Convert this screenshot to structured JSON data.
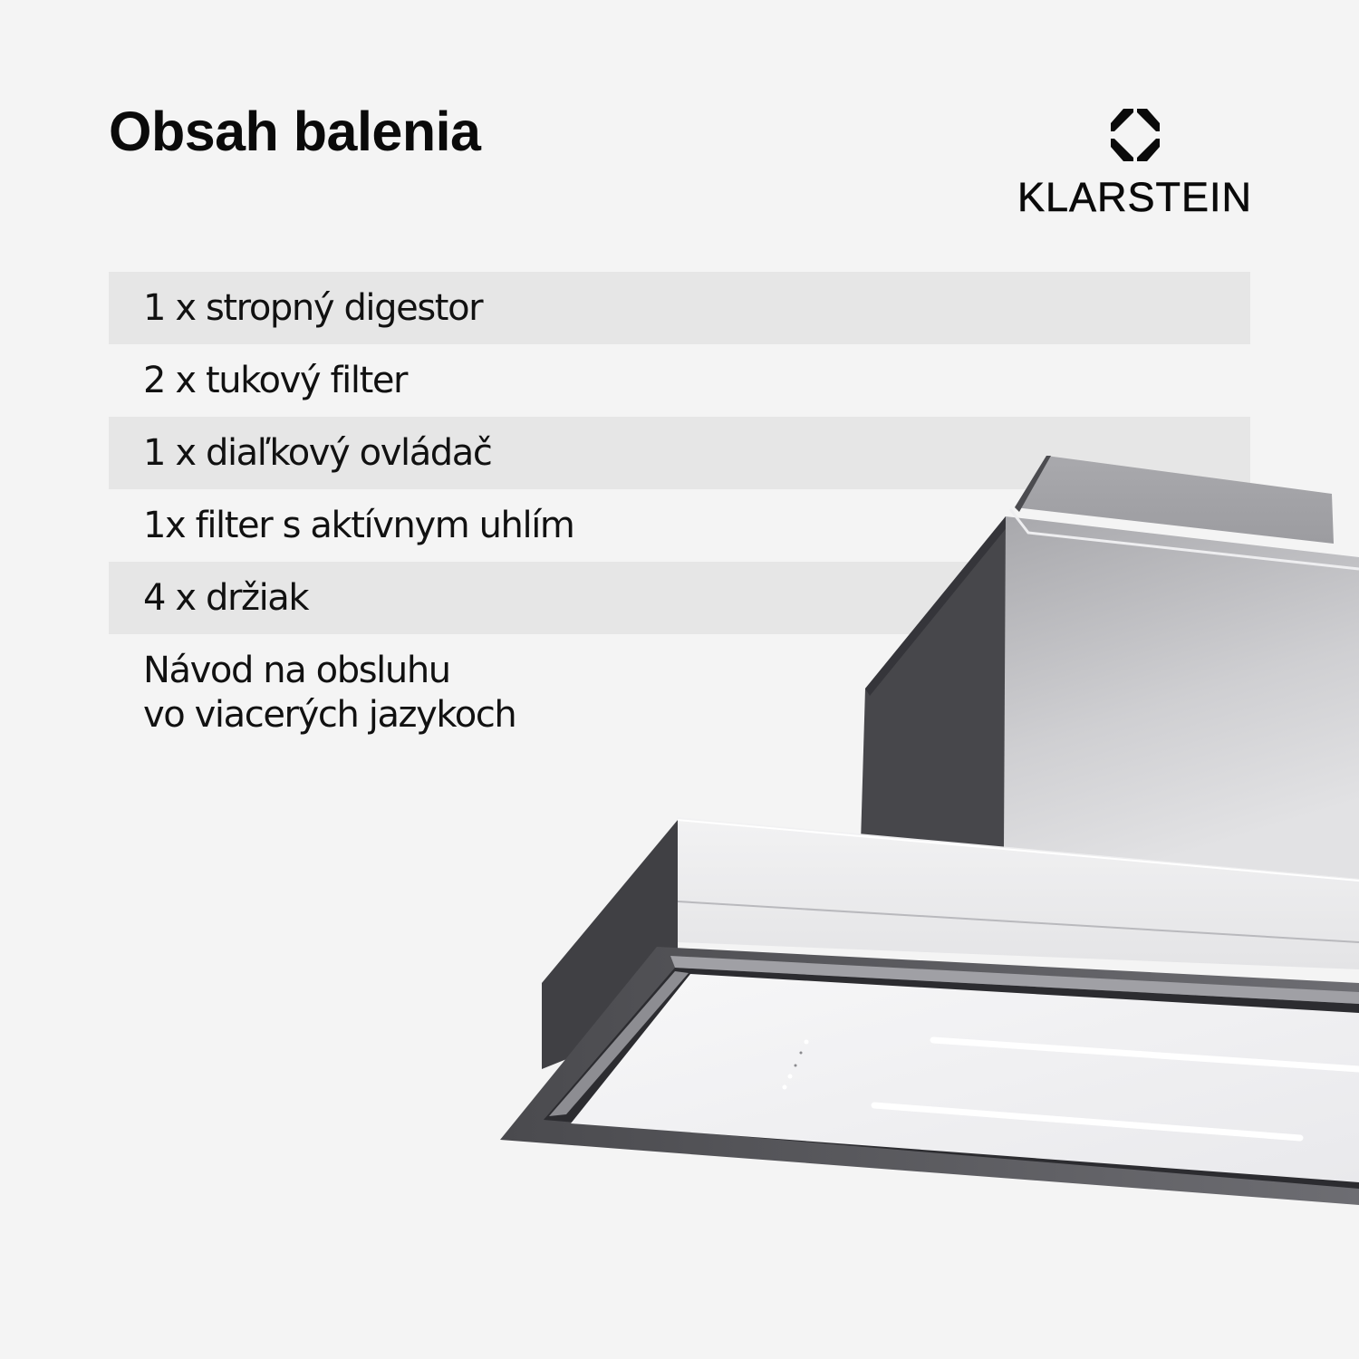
{
  "header": {
    "title": "Obsah balenia"
  },
  "brand": {
    "logo_icon": "octagon-logo-icon",
    "name": "KLARSTEIN"
  },
  "package_contents": {
    "items": [
      {
        "label": "1 x stropný digestor",
        "shaded": true
      },
      {
        "label": "2 x tukový filter",
        "shaded": false
      },
      {
        "label": "1 x diaľkový ovládač",
        "shaded": true
      },
      {
        "label": "1x filter s aktívnym uhlím",
        "shaded": false
      },
      {
        "label": "4 x držiak",
        "shaded": true
      }
    ],
    "manual": {
      "line1": "Návod na obsluhu",
      "line2": "vo viacerých jazykoch"
    }
  },
  "product_image": {
    "subject": "ceiling-cooker-hood",
    "panel_color": "#f0f0f2",
    "frame_color": "#4a4a4e",
    "steel_color": "#c8c8cc"
  },
  "colors": {
    "background": "#f4f4f4",
    "row_shade": "#e6e6e6",
    "text": "#111111"
  }
}
